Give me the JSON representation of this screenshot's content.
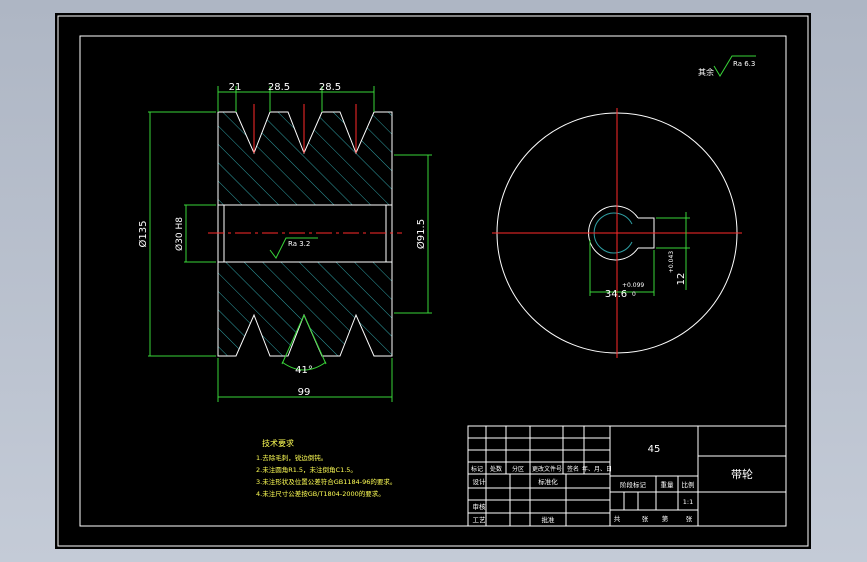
{
  "drawing": {
    "dims": {
      "groove_pitch_1": "21",
      "groove_pitch_2": "28.5",
      "groove_pitch_3": "28.5",
      "outer_diameter": "Ø135",
      "bore_diameter": "Ø30 H8",
      "hub_diameter": "Ø91.5",
      "groove_angle": "41°",
      "width": "99",
      "keyway_depth": "34.6",
      "keyway_depth_tol": "+0.099",
      "keyway_depth_tol2": "0",
      "keyway_width": "12",
      "keyway_width_tol": "+0.043",
      "roughness_bore": "Ra 3.2",
      "roughness_rest_label": "其余",
      "roughness_rest": "Ra 6.3"
    },
    "tech_req": {
      "title": "技术要求",
      "items": [
        "1.去除毛刺，锐边倒钝。",
        "2.未注圆角R1.5，未注倒角C1.5。",
        "3.未注形状及位置公差符合GB1184-96的要求。",
        "4.未注尺寸公差按GB/T1804-2000的要求。"
      ]
    },
    "title_block": {
      "material": "45",
      "part_name": "带轮",
      "headers": [
        "标记",
        "处数",
        "分区",
        "更改文件号",
        "签名",
        "年、月、日"
      ],
      "design": "设计",
      "standardize": "标准化",
      "stage_mark": "阶段标记",
      "weight": "重量",
      "scale_label": "比例",
      "scale": "1:1",
      "review": "审核",
      "process": "工艺",
      "approve": "批准",
      "sheets_total": "共",
      "sheets_total_unit": "张",
      "sheet_no": "第",
      "sheet_no_unit": "张"
    }
  }
}
